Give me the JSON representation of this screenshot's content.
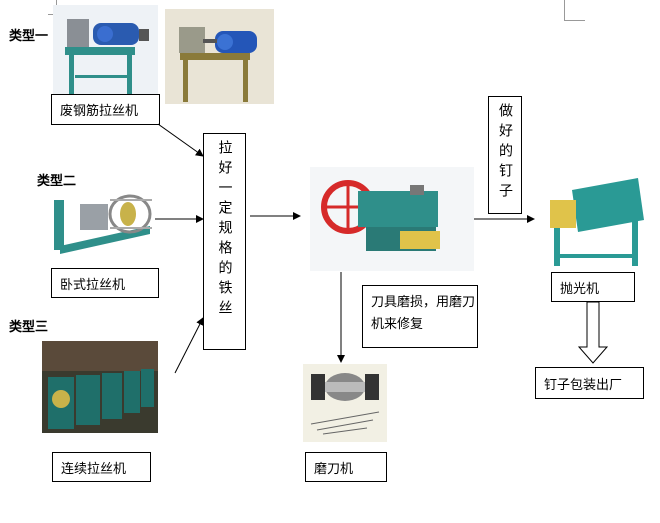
{
  "types": {
    "type1": "类型一",
    "type2": "类型二",
    "type3": "类型三"
  },
  "machines": {
    "scrap_rebar_drawer": "废钢筋拉丝机",
    "horizontal_drawer": "卧式拉丝机",
    "continuous_drawer": "连续拉丝机",
    "grinder": "磨刀机",
    "polisher": "抛光机"
  },
  "process": {
    "drawn_wire": "拉好一定规格的铁丝",
    "finished_nails": "做好的钉子",
    "blade_note": "刀具磨损，用磨刀机来修复",
    "packaging": "钉子包装出厂"
  }
}
